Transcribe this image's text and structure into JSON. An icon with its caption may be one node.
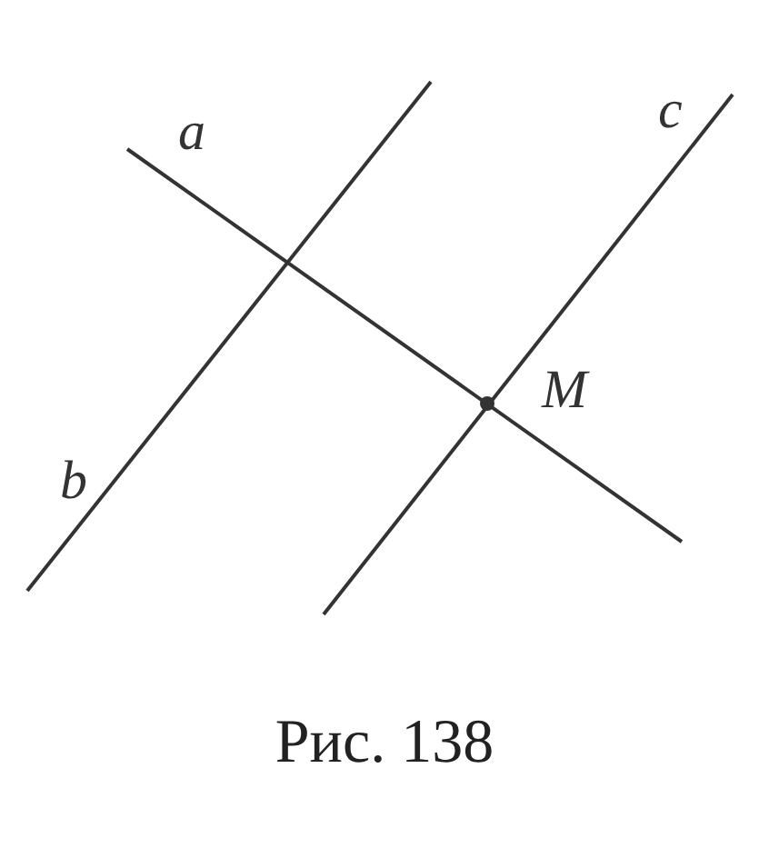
{
  "diagram": {
    "caption": "Рис. 138",
    "labels": [
      "a",
      "c",
      "M",
      "b"
    ]
  }
}
